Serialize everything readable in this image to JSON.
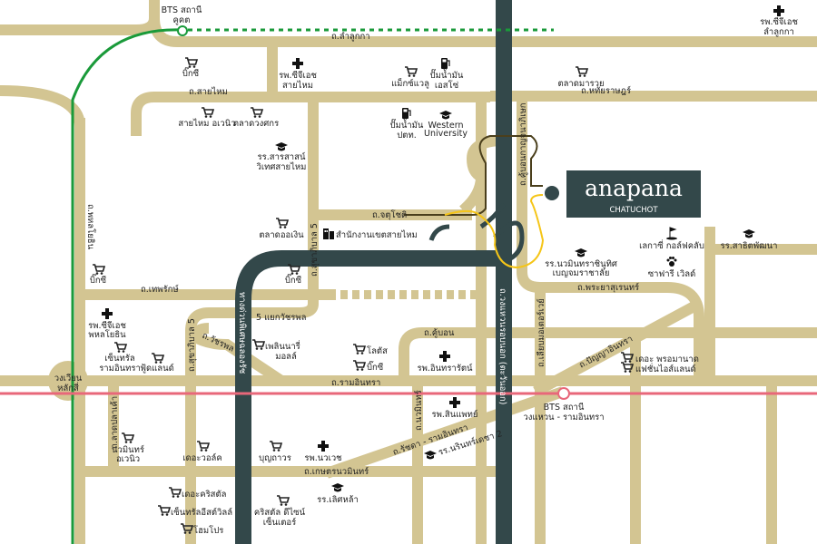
{
  "brand": {
    "name": "anapana",
    "sub": "CHATUCHOT",
    "color": "#33484a"
  },
  "colors": {
    "road": "#d3c592",
    "expressway": "#33484a",
    "bts_green": "#1a9a3a",
    "bts_pink": "#e8677a",
    "route": "#f5c518"
  },
  "roads": {
    "lamlukka": "ถ.ลำลูกกา",
    "saimai": "ถ.สายไหม",
    "hathairat": "ถ.หทัยราษฎร์",
    "phahonyothin": "ถ.พหลโยธิน",
    "theparak": "ถ.เทพรักษ์",
    "chatuchot": "ถ.จตุโชติ",
    "sukhaphiban5": "ถ.สุขาภิบาล 5",
    "sukhaphiban5b": "ถ.สุขาภิบาล 5",
    "watcharaphon_jn": "5 แยกวัชรพล",
    "watcharaphon": "ถ.วัชรพล",
    "chalong_rat": "ทางด่วนพิเศษฉลองรัช",
    "ramintra": "ถ.รามอินทรา",
    "kanchanaphisek": "ถ.คู้บอนกาญจนาภิเษก",
    "outer_ring": "ถ.วงแหวนรอบนอก (ตะวันออก)",
    "phraya_suren": "ถ.พระยาสุเรนทร์",
    "khubon": "ถ.คู้บอน",
    "liap_motorway": "ถ.เลียบมอเตอร์เวย์",
    "panya_intra": "ถ.ปัญญาอินทรา",
    "ratchada_ramintra": "ถ.รัชดา - รามอินทรา",
    "nawamin": "ถ.นวมินทร์",
    "kaset_nawamin": "ถ.เกษตรนวมินทร์",
    "lat_pla_khao": "ถ.ลาดปลาเค้า"
  },
  "places": {
    "bts_khukhot": [
      "BTS สถานี",
      "คูคต"
    ],
    "cgh_lamlukka": [
      "รพ.ซีจีเอช",
      "ลำลูกกา"
    ],
    "bigc_1": "บิ๊กซี",
    "cgh_saimai": [
      "รพ.ซีจีเอช",
      "สายไหม"
    ],
    "maxvalu": "แม็กซ์แวลู",
    "esso": [
      "ปั๊มน้ำมัน",
      "เอสโซ่"
    ],
    "talad_marruay": "ตลาดมารวย",
    "saimai_avenue": "สายไหม อเวนิว",
    "talad_wongsakorn": "ตลาดวงศกร",
    "ptt": [
      "ปั๊มน้ำมัน",
      "ปตท."
    ],
    "western": [
      "Western",
      "University"
    ],
    "sarasas": [
      "รร.สารสาสน์",
      "วิเทศสายไหม"
    ],
    "talad_or_ngoen": "ตลาดออเงิน",
    "district_office": "สำนักงานเขตสายไหม",
    "bigc_2": "บิ๊กซี",
    "bigc_3": "บิ๊กซี",
    "cgh_phahon": [
      "รพ.ซีจีเอช",
      "พหลโยธิน"
    ],
    "central_ramintra": [
      "เซ็นทรัล",
      "รามอินทรา"
    ],
    "foodland": "ฟู้ดแลนด์",
    "ploen_nari": [
      "เพลินนารี่",
      "มอลล์"
    ],
    "lotus": "โลตัส",
    "bigc_4": "บิ๊กซี",
    "lak_si": [
      "วงเวียน",
      "หลักสี่"
    ],
    "nawamin_school": [
      "รร.นวมินทราชินูทิศ",
      "เบญจมราชาลัย"
    ],
    "legacy_golf": "เลกาซี่ กอล์ฟคลับ",
    "safari_world": "ซาฟารี เวิลด์",
    "sathit_school": "รร.สาธิตพัฒนา",
    "intrarat": "รพ.อินทรารัตน์",
    "promenade": "เดอะ พรอมานาด",
    "fashion_island": "แฟชั่นไอส์แลนด์",
    "bts_wongwaen": [
      "BTS สถานี",
      "วงแหวน - รามอินทรา"
    ],
    "synphaet": "รพ.สินแพทย์",
    "narinthadecha": "รร.นรินทร์เดชา 2",
    "nawamin_avenue": [
      "นวมินทร์",
      "อเวนิว"
    ],
    "the_walk": "เดอะวอล์ค",
    "boonthavorn": "บุญถาวร",
    "nawavej": "รพ.นวเวช",
    "the_crystal": "เดอะคริสตัล",
    "central_eastville": "เซ็นทรัลอีสต์วิลล์",
    "homepro": "โฮมโปร",
    "crystal_design": [
      "คริสตัล ดีไซน์",
      "เซ็นเตอร์"
    ],
    "lertlah": "รร.เลิศหล้า"
  }
}
